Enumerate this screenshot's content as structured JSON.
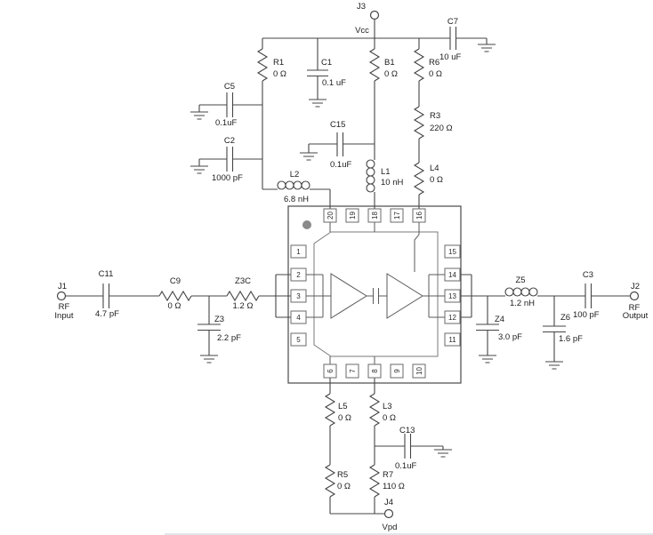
{
  "schematic": {
    "description": "RF amplifier evaluation board schematic",
    "colors": {
      "wire": "#454545",
      "text": "#1c1c1c",
      "pin1_dot": "#8a8a8a",
      "divider": "#cfd6df",
      "background": "#ffffff"
    },
    "connectors": {
      "j1": {
        "ref": "J1",
        "line1": "RF",
        "line2": "Input"
      },
      "j2": {
        "ref": "J2",
        "line1": "RF",
        "line2": "Output"
      },
      "j3": {
        "ref": "J3",
        "net": "Vcc"
      },
      "j4": {
        "ref": "J4",
        "net": "Vpd"
      }
    },
    "components": {
      "r1": {
        "ref": "R1",
        "value": "0 Ω"
      },
      "c1": {
        "ref": "C1",
        "value": "0.1 uF"
      },
      "b1": {
        "ref": "B1",
        "value": "0 Ω"
      },
      "r6": {
        "ref": "R6",
        "value": "0 Ω"
      },
      "c7": {
        "ref": "C7",
        "value": "10 uF"
      },
      "r3": {
        "ref": "R3",
        "value": "220 Ω"
      },
      "l4": {
        "ref": "L4",
        "value": "0 Ω"
      },
      "c5": {
        "ref": "C5",
        "value": "0.1uF"
      },
      "c2": {
        "ref": "C2",
        "value": "1000 pF"
      },
      "c15": {
        "ref": "C15",
        "value": "0.1uF"
      },
      "l1": {
        "ref": "L1",
        "value": "10 nH"
      },
      "l2": {
        "ref": "L2",
        "value": "6.8 nH"
      },
      "c11": {
        "ref": "C11",
        "value": "4.7 pF"
      },
      "c9": {
        "ref": "C9",
        "value": "0 Ω"
      },
      "z3": {
        "ref": "Z3",
        "value": "2.2 pF"
      },
      "z3c": {
        "ref": "Z3C",
        "value": "1.2 Ω"
      },
      "z4": {
        "ref": "Z4",
        "value": "3.0 pF"
      },
      "z5": {
        "ref": "Z5",
        "value": "1.2 nH"
      },
      "z6": {
        "ref": "Z6",
        "value": "1.6 pF"
      },
      "c3": {
        "ref": "C3",
        "value": "100 pF"
      },
      "l5": {
        "ref": "L5",
        "value": "0 Ω"
      },
      "l3": {
        "ref": "L3",
        "value": "0 Ω"
      },
      "c13": {
        "ref": "C13",
        "value": "0.1uF"
      },
      "r5": {
        "ref": "R5",
        "value": "0 Ω"
      },
      "r7": {
        "ref": "R7",
        "value": "110 Ω"
      }
    },
    "ic": {
      "pins_top": [
        "20",
        "19",
        "18",
        "17",
        "16"
      ],
      "pins_left": [
        "1",
        "2",
        "3",
        "4",
        "5"
      ],
      "pins_right": [
        "15",
        "14",
        "13",
        "12",
        "11"
      ],
      "pins_bottom": [
        "6",
        "7",
        "8",
        "9",
        "10"
      ]
    }
  }
}
